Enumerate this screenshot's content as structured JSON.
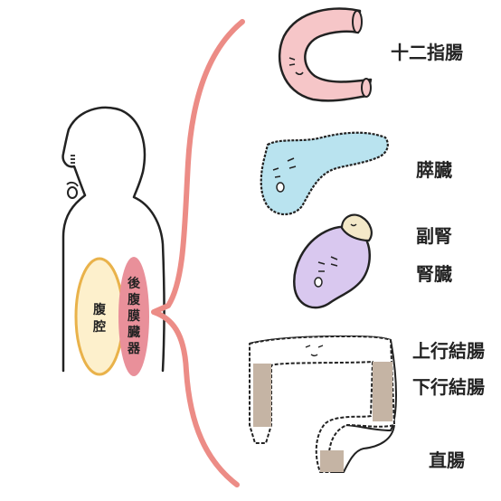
{
  "colors": {
    "outline": "#222222",
    "cavity_stroke": "#e9b24a",
    "cavity_fill": "#fdf0cc",
    "retro_fill": "#e9909a",
    "brace": "#ec8c86",
    "duodenum": "#f6c6c8",
    "pancreas": "#b9e3ef",
    "kidney": "#d9c8ef",
    "adrenal": "#f4e9c8",
    "colon_brown": "#c5b4a4"
  },
  "labels": {
    "abdominal_cavity": [
      "腹",
      "腔"
    ],
    "retroperitoneal": [
      "後",
      "腹",
      "膜",
      "臓",
      "器"
    ]
  },
  "organs": [
    {
      "name": "duodenum",
      "label": "十二指腸"
    },
    {
      "name": "pancreas",
      "label": "膵臓"
    },
    {
      "name": "adrenal",
      "label": "副腎"
    },
    {
      "name": "kidney",
      "label": "腎臓"
    },
    {
      "name": "ascending-colon",
      "label": "上行結腸"
    },
    {
      "name": "descending-colon",
      "label": "下行結腸"
    },
    {
      "name": "rectum",
      "label": "直腸"
    }
  ],
  "icons": {
    "body": "person-silhouette-icon",
    "duodenum": "duodenum-face-icon",
    "pancreas": "pancreas-face-icon",
    "kidney": "kidney-face-icon",
    "colon": "colon-face-icon"
  }
}
